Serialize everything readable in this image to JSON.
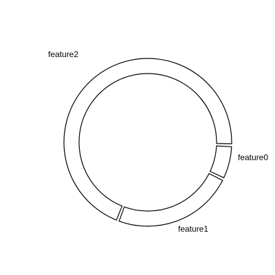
{
  "diagram": {
    "type": "circular-feature-ring",
    "features": [
      {
        "name": "feature0",
        "label": "feature0",
        "start_deg": 3,
        "end_deg": 25
      },
      {
        "name": "feature1",
        "label": "feature1",
        "start_deg": 27,
        "end_deg": 110
      },
      {
        "name": "feature2",
        "label": "feature2",
        "start_deg": 112,
        "end_deg": 361
      }
    ],
    "colors": {
      "stroke": "#000000",
      "fill": "#ffffff",
      "background": "#ffffff"
    }
  }
}
